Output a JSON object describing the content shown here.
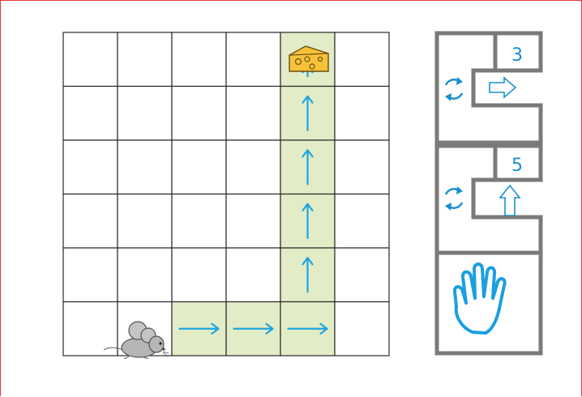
{
  "grid": {
    "cols": 6,
    "rows": 6,
    "mouse_cell": {
      "col": 1,
      "row": 5
    },
    "cheese_cell": {
      "col": 4,
      "row": 0
    },
    "path_cells": [
      {
        "col": 2,
        "row": 5,
        "arrow": "right"
      },
      {
        "col": 3,
        "row": 5,
        "arrow": "right"
      },
      {
        "col": 4,
        "row": 5,
        "arrow": "right"
      },
      {
        "col": 4,
        "row": 4,
        "arrow": "up"
      },
      {
        "col": 4,
        "row": 3,
        "arrow": "up"
      },
      {
        "col": 4,
        "row": 2,
        "arrow": "up"
      },
      {
        "col": 4,
        "row": 1,
        "arrow": "up"
      },
      {
        "col": 4,
        "row": 0,
        "arrow": "up"
      }
    ]
  },
  "program": {
    "blocks": [
      {
        "type": "repeat",
        "count": "3",
        "direction": "right"
      },
      {
        "type": "repeat",
        "count": "5",
        "direction": "up"
      },
      {
        "type": "stop"
      }
    ]
  },
  "colors": {
    "path_fill": "#e2ecc7",
    "arrow": "#1ea6dd",
    "block_border": "#7a7a7a",
    "frame": "#e03a3a"
  },
  "icons": {
    "mouse": "mouse-icon",
    "cheese": "cheese-icon",
    "loop": "repeat-loop-icon",
    "stop": "hand-stop-icon"
  }
}
